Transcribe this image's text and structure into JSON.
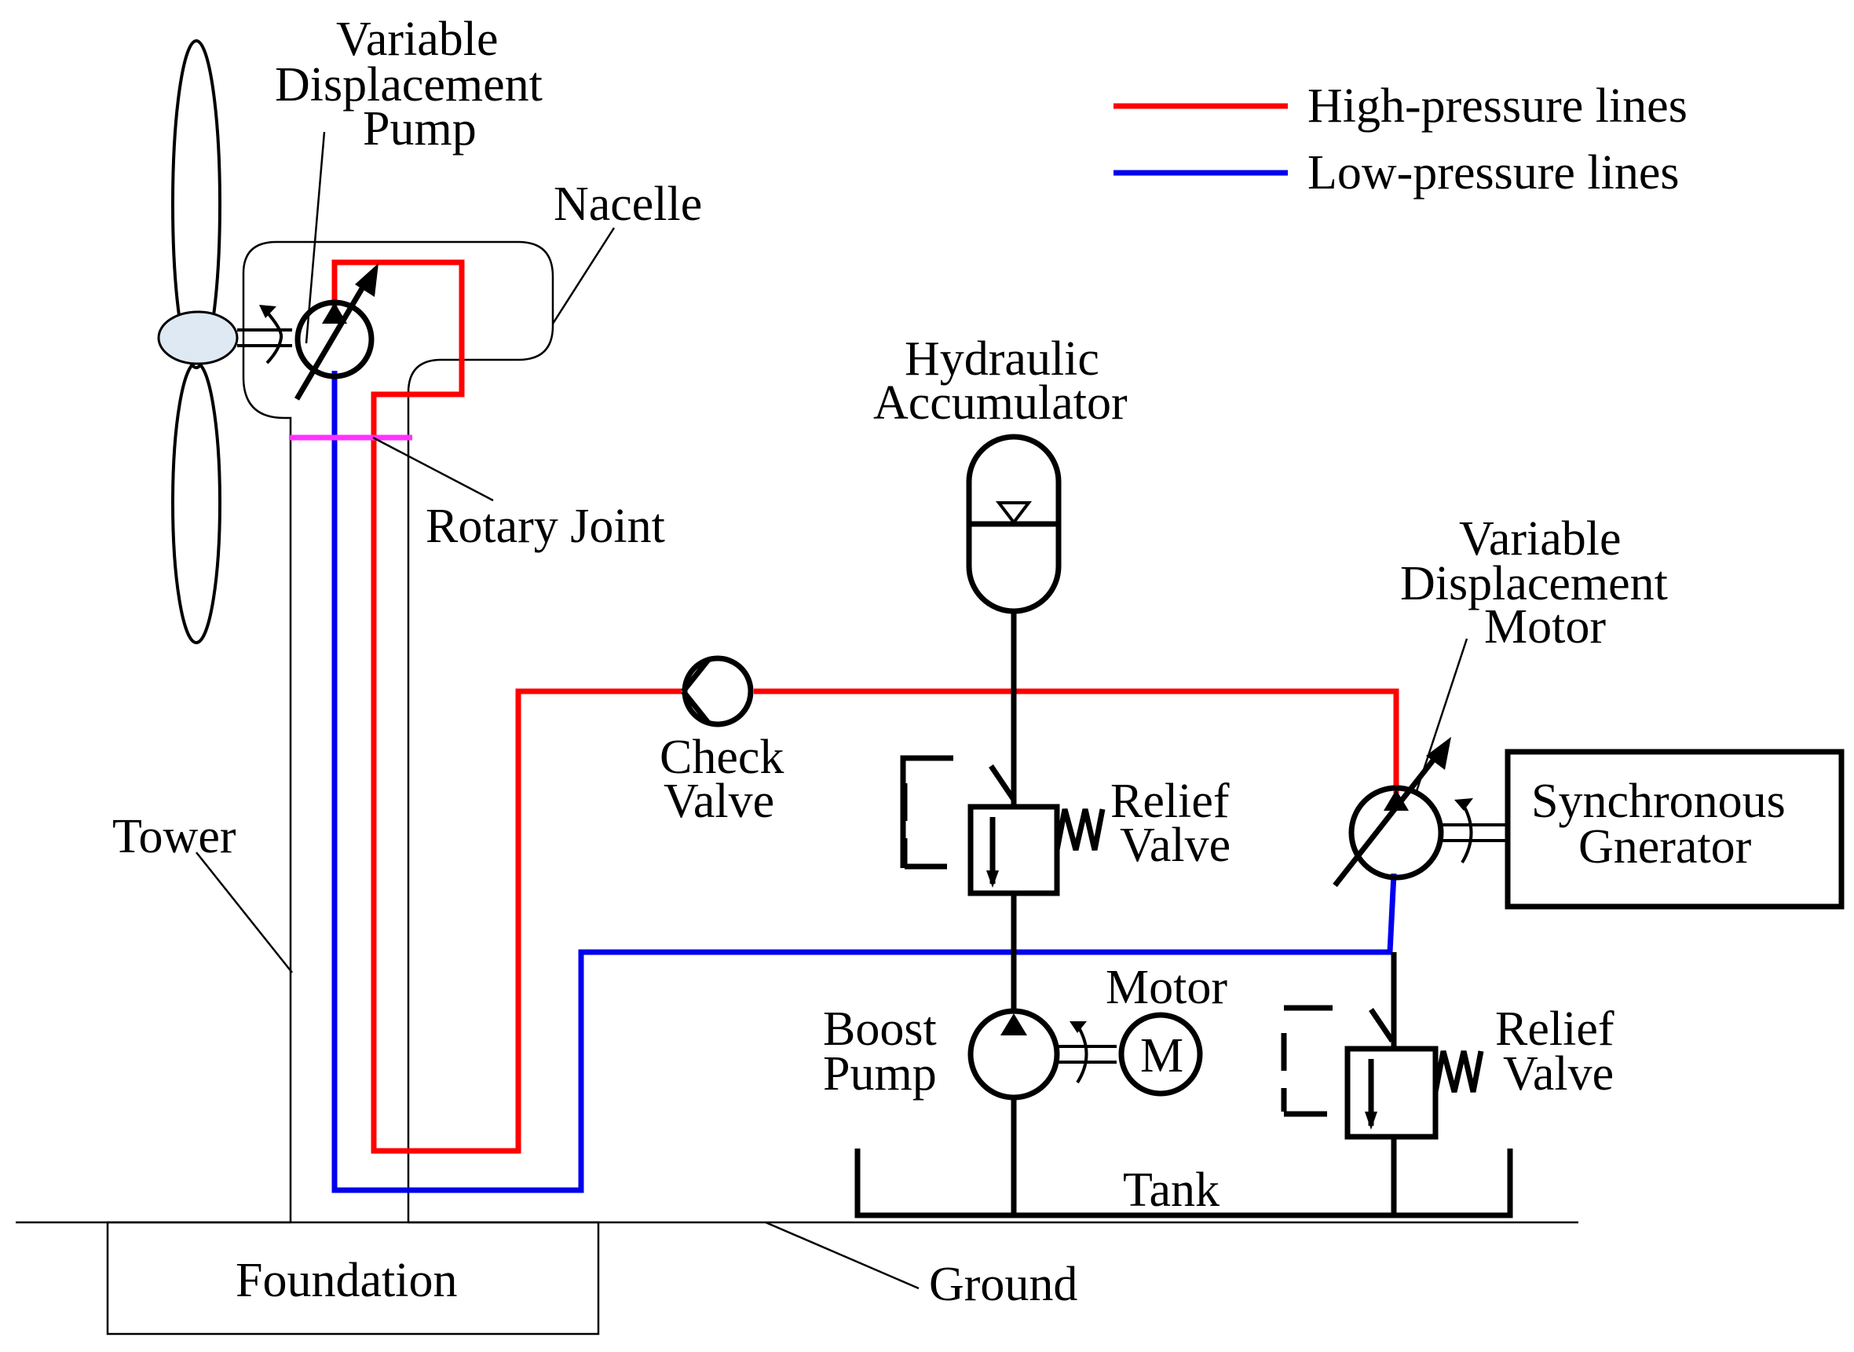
{
  "legend": {
    "high_pressure": {
      "label": "High-pressure lines",
      "color": "#ff0000"
    },
    "low_pressure": {
      "label": "Low-pressure lines",
      "color": "#0000ee"
    }
  },
  "labels": {
    "pump_line1": "Variable",
    "pump_line2": "Displacement",
    "pump_line3": "Pump",
    "nacelle": "Nacelle",
    "rotary_joint": "Rotary Joint",
    "tower": "Tower",
    "foundation": "Foundation",
    "ground": "Ground",
    "accumulator_line1": "Hydraulic",
    "accumulator_line2": "Accumulator",
    "check_valve_line1": "Check",
    "check_valve_line2": "Valve",
    "relief1_line1": "Relief",
    "relief1_line2": "Valve",
    "motor_line1": "Variable",
    "motor_line2": "Displacement",
    "motor_line3": "Motor",
    "generator_line1": "Synchronous",
    "generator_line2": "Gnerator",
    "electric_motor": "Motor",
    "motor_symbol": "M",
    "boost_line1": "Boost",
    "boost_line2": "Pump",
    "relief2_line1": "Relief",
    "relief2_line2": "Valve",
    "tank": "Tank"
  },
  "colors": {
    "rotary_joint": "#ff33ff",
    "hub_fill": "#dfe9f3"
  }
}
